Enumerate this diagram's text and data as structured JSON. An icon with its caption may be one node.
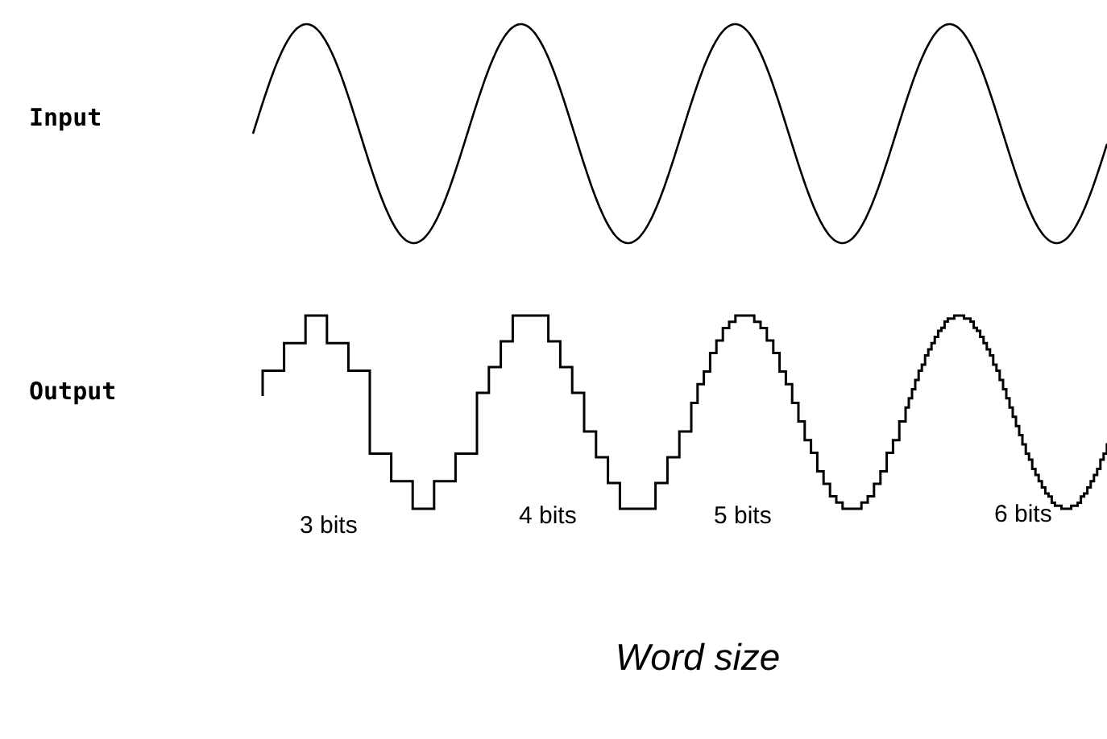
{
  "diagram": {
    "caption": "Word size",
    "labels": [
      "Input",
      "Output",
      "3 bits",
      "4 bits",
      "5 bits",
      "6 bits"
    ]
  }
}
